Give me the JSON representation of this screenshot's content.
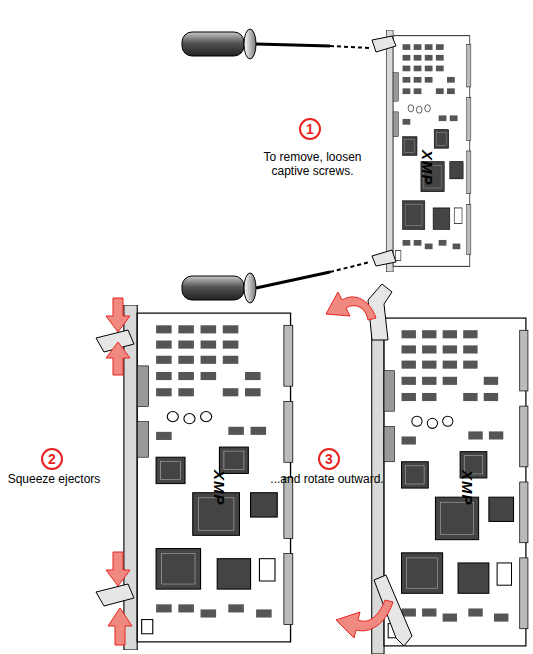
{
  "diagram": {
    "nodes": [
      {
        "text": [
          "1"
        ]
      },
      {
        "text": [
          "2"
        ]
      },
      {
        "text": [
          "3"
        ]
      }
    ],
    "labels": [
      "To remove, loosen captive screws.",
      "Squeeze ejectors",
      "...and rotate outward.",
      "XMP",
      "XMP",
      "XMP"
    ]
  }
}
